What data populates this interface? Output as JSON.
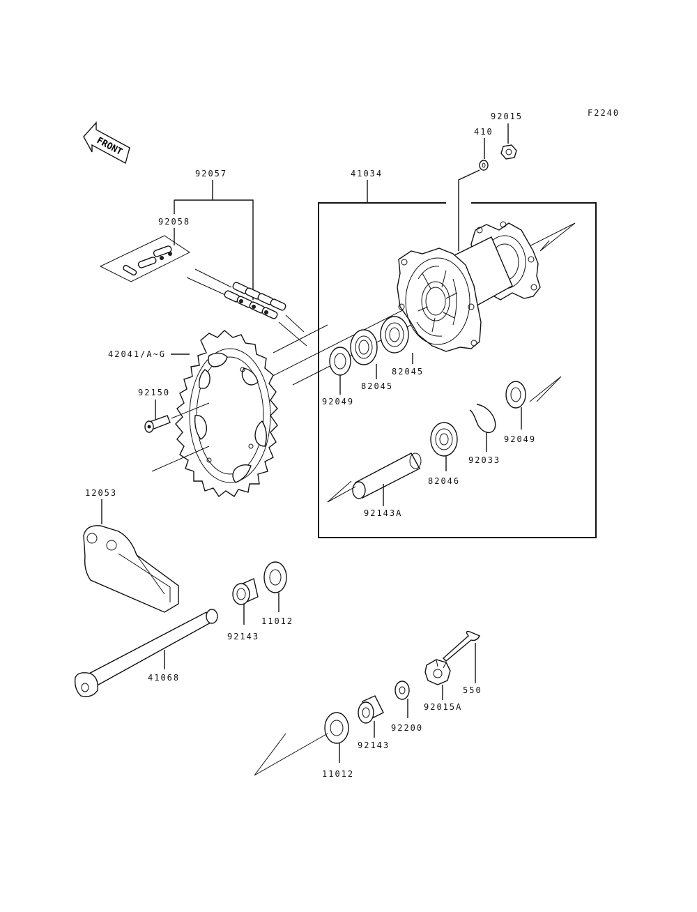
{
  "diagram_code": "F2240",
  "front_arrow_text": "FRONT",
  "labels": {
    "p92015": "92015",
    "p410": "410",
    "p41034": "41034",
    "p92057": "92057",
    "p92058": "92058",
    "p42041": "42041/A~G",
    "p92150": "92150",
    "p92049a": "92049",
    "p82045a": "82045",
    "p82045b": "82045",
    "p92049b": "92049",
    "p92033": "92033",
    "p82046": "82046",
    "p92143A": "92143A",
    "p12053": "12053",
    "p11012a": "11012",
    "p92143a": "92143",
    "p41068": "41068",
    "p550": "550",
    "p92015A": "92015A",
    "p92200": "92200",
    "p92143b": "92143",
    "p11012b": "11012"
  }
}
